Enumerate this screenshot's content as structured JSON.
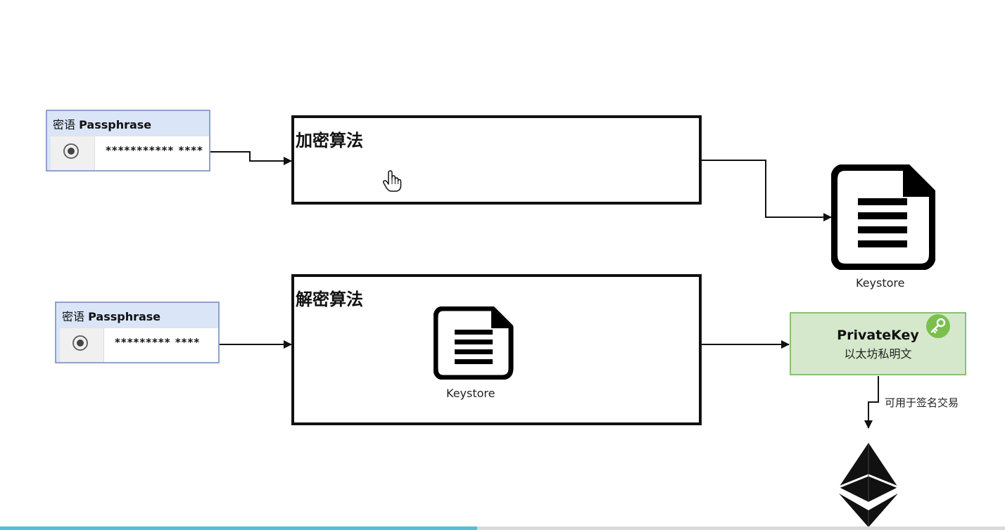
{
  "passphrase_top": {
    "label_cn": "密语",
    "label_en": "Passphrase",
    "value": "*********** ****"
  },
  "passphrase_bottom": {
    "label_cn": "密语",
    "label_en": "Passphrase",
    "value": "********* ****"
  },
  "encrypt_box": {
    "title": "加密算法"
  },
  "decrypt_box": {
    "title": "解密算法",
    "keystore_label": "Keystore"
  },
  "keystore_output": {
    "label": "Keystore"
  },
  "private_key": {
    "title": "PrivateKey",
    "subtitle": "以太坊私明文"
  },
  "sign_arrow": {
    "label": "可用于签名交易"
  },
  "progress": {
    "fraction": 0.475
  },
  "colors": {
    "pass_card_bg": "#dae5f8",
    "private_key_bg": "#d6e8cc",
    "key_badge": "#7bbf4f",
    "progress": "#54bfd6"
  },
  "icons": [
    "eye-radio-icon",
    "hand-cursor-icon",
    "document-icon",
    "key-icon",
    "ethereum-icon"
  ]
}
